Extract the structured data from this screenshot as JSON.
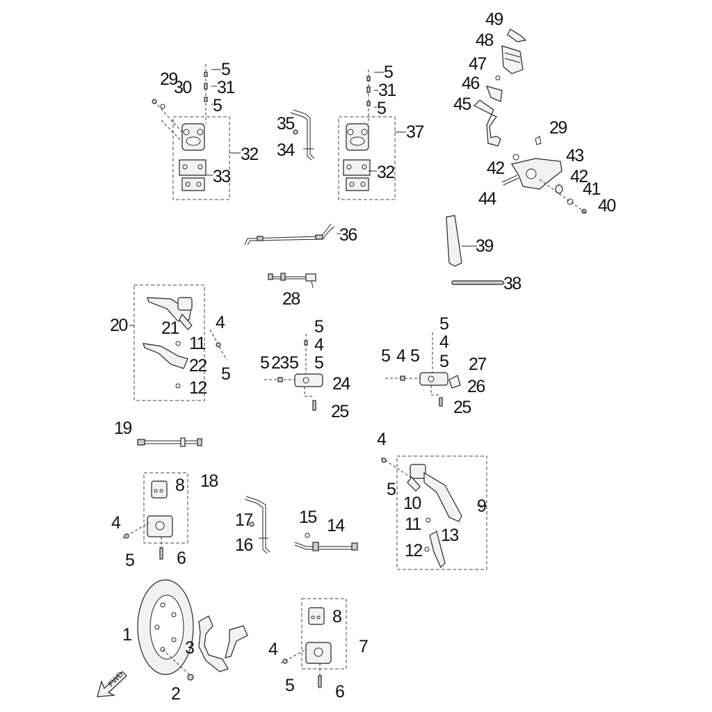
{
  "diagram": {
    "callouts": {
      "c1": "1",
      "c2": "2",
      "c3": "3",
      "c4a": "4",
      "c5a": "5",
      "c6a": "6",
      "c7": "7",
      "c8a": "8",
      "c6b": "6",
      "c4b": "4",
      "c5b": "5",
      "c8b": "8",
      "c18": "18",
      "c9": "9",
      "c10": "10",
      "c11a": "11",
      "c12a": "12",
      "c13": "13",
      "c4c": "4",
      "c5c": "5",
      "c14": "14",
      "c15": "15",
      "c16": "16",
      "c17": "17",
      "c19": "19",
      "c20": "20",
      "c21": "21",
      "c22": "22",
      "c11b": "11",
      "c12b": "12",
      "c4d": "4",
      "c5d": "5",
      "c23": "23",
      "c24": "24",
      "c25a": "25",
      "c5e": "5",
      "c4e": "4",
      "c5f": "5",
      "c5g": "5",
      "c5h": "5",
      "c25b": "25",
      "c26": "26",
      "c27": "27",
      "c5i": "5",
      "c4f": "4",
      "c5j": "5",
      "c4g": "4",
      "c5k": "5",
      "c5l": "5",
      "c28": "28",
      "c36": "36",
      "c38": "38",
      "c39": "39",
      "c29a": "29",
      "c30": "30",
      "c5m": "5",
      "c31a": "31",
      "c5n": "5",
      "c32a": "32",
      "c33": "33",
      "c35": "35",
      "c34": "34",
      "c5o": "5",
      "c31b": "31",
      "c5p": "5",
      "c37": "37",
      "c32b": "32",
      "c49": "49",
      "c48": "48",
      "c47": "47",
      "c46": "46",
      "c45": "45",
      "c29b": "29",
      "c43": "43",
      "c42a": "42",
      "c42b": "42",
      "c41": "41",
      "c40": "40",
      "c44": "44"
    },
    "fwd_label": "FWD"
  }
}
